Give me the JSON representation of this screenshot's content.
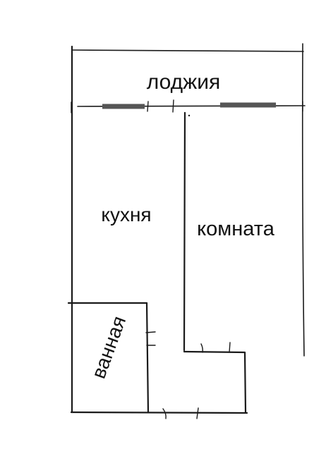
{
  "rooms": {
    "loggia": "лоджия",
    "kitchen": "кухня",
    "room": "комната",
    "bathroom": "ванная"
  },
  "colors": {
    "ink": "#1a1a1a",
    "window": "#555555",
    "background": "#ffffff"
  }
}
